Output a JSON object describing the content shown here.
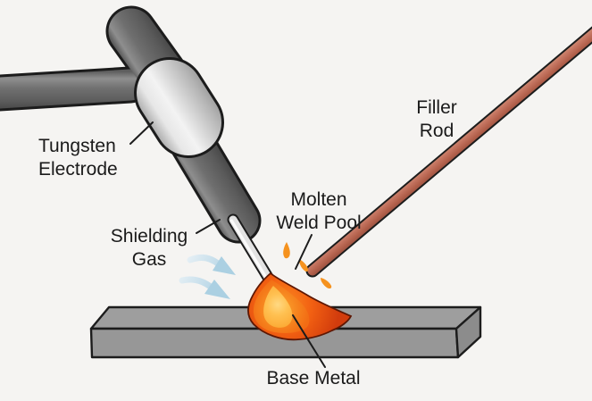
{
  "labels": {
    "tungsten_electrode": {
      "line1": "Tungsten",
      "line2": "Electrode"
    },
    "shielding_gas": {
      "line1": "Shielding",
      "line2": "Gas"
    },
    "molten_weld_pool": {
      "line1": "Molten",
      "line2": "Weld Pool"
    },
    "filler_rod": {
      "line1": "Filler",
      "line2": "Rod"
    },
    "base_metal": {
      "label": "Base Metal"
    }
  },
  "colors": {
    "background": "#f5f4f2",
    "outline_black": "#1c1c1c",
    "label_text": "#1a1a1a",
    "torch_body_gray": "#6f6f6f",
    "torch_highlight_gray": "#8e8e8e",
    "torch_shadow_gray": "#454545",
    "collar_light_gray": "#e7e7e7",
    "electrode_light": "#e3e3e3",
    "filler_rod_copper": "#c47460",
    "filler_rod_copper_dark": "#9a5140",
    "weld_pool_red": "#d23c0d",
    "weld_pool_orange": "#f57d1b",
    "weld_pool_yellow": "#ffc152",
    "weld_pool_core_light": "#ffd983",
    "spark_orange": "#f5921e",
    "shielding_gas_arrow_blue": "#aed2e4",
    "base_metal_gray_top": "#9e9e9e",
    "base_metal_gray_front": "#979797",
    "base_metal_gray_side": "#8c8c8c"
  }
}
